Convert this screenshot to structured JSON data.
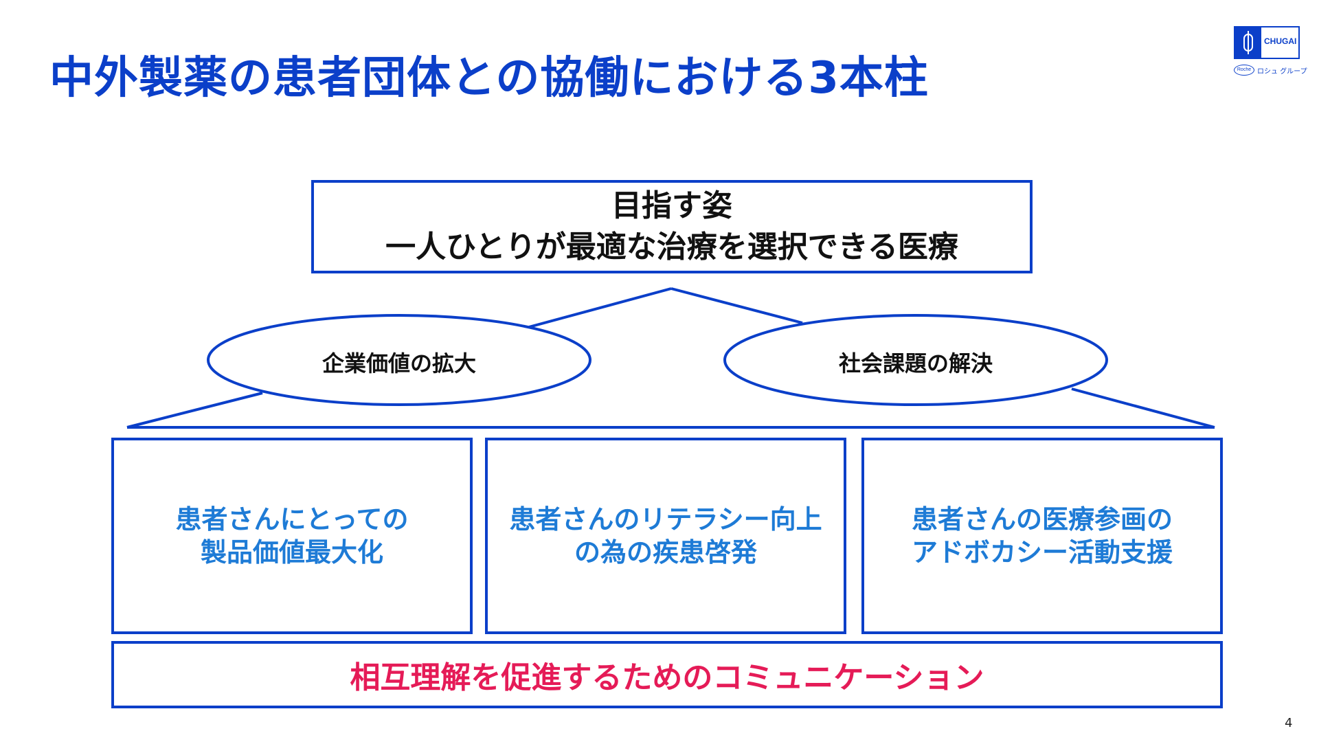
{
  "title": "中外製薬の患者団体との協働における3本柱",
  "logo": {
    "company": "CHUGAI",
    "roche": "Roche",
    "group": "ロシュ グループ"
  },
  "goal": {
    "line1": "目指す姿",
    "line2": "一人ひとりが最適な治療を選択できる医療"
  },
  "ellipses": [
    {
      "label": "企業価値の拡大"
    },
    {
      "label": "社会課題の解決"
    }
  ],
  "pillars": [
    {
      "line1": "患者さんにとっての",
      "line2": "製品価値最大化"
    },
    {
      "line1": "患者さんのリテラシー向上",
      "line2": "の為の疾患啓発"
    },
    {
      "line1": "患者さんの医療参画の",
      "line2": "アドボカシー活動支援"
    }
  ],
  "foundation": "相互理解を促進するためのコミュニケーション",
  "page_number": "4",
  "colors": {
    "title_blue": "#0b3fc9",
    "border_blue": "#0b3fc9",
    "pillar_text": "#1e7bd6",
    "foundation_text": "#e51b57"
  }
}
